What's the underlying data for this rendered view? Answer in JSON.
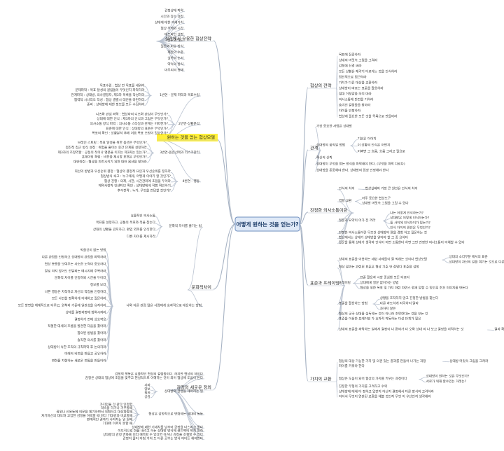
{
  "center": "어떻게 원하는 것을 얻는가?",
  "branches": [
    {
      "id": "tactics",
      "label": "실전에서 유용한 협상전략",
      "items": [
        {
          "text": "감정상태 파악"
        },
        {
          "text": "시간과 장소 설정"
        },
        {
          "text": "상대에 대한 이해가치"
        },
        {
          "text": "협상 주체와 시각"
        },
        {
          "text": "데드라인 설정"
        },
        {
          "text": "말투와 태도"
        },
        {
          "text": "질문과 비유 방식"
        },
        {
          "text": "제안의 수준"
        },
        {
          "text": "설득의 순서"
        },
        {
          "text": "약속의 방식"
        },
        {
          "text": "마무리의 형태"
        }
      ]
    },
    {
      "id": "model",
      "label": "원하는 것을 얻는 협상모델",
      "highlight": true,
      "items": [
        {
          "text": "1번연 - 문제 파악과 목표수립",
          "children": [
            {
              "text": "목표수립 : 협상 전 목표를 세워라"
            },
            {
              "text": "문제파악 : 목표 달성의 걸림돌이 무엇인지 파악하라"
            },
            {
              "text": "관계파악 : 상대방, 의사결정자, 제3자 목록을 작성하라"
            },
            {
              "text": "협력적 시나리오 작성 : 협상 결렬시 대안을 마련하라"
            },
            {
              "text": "준비 : 상대방에 대한 정보를 모두 수집하라"
            }
          ]
        },
        {
          "text": "2번연-상황분석",
          "children": [
            {
              "text": "니즈와 관심 파악 : 협상자의 니즈와 관심이 무엇인가?"
            },
            {
              "text": "상대에 대한 인식 : 제3자의 인식과 그림은 무엇인가?"
            },
            {
              "text": "의사소통 방식 파악 : 의사소통 스타일과 관계는 어떠한가?"
            },
            {
              "text": "표준에 대한 인식 : 상대방의 표준은 무엇인가?"
            },
            {
              "text": "목표의 확인 : 상황분석 후에 처음 목표 조정이 필요한가?"
            }
          ]
        },
        {
          "text": "3번연-옵션선택과 리스크관리",
          "children": [
            {
              "text": "브레인 스토밍 : 목표 달성을 위한 옵션은 무엇인가?"
            },
            {
              "text": "점진적 접근 방식 설정 : 위험을 줄이는 중간 단계를 설정하라"
            },
            {
              "text": "제3자의 조정역할 : 공동의 적이나 명분을 이끄는 제3자는 있는가?"
            },
            {
              "text": "프레이밍 확립 : 비전을 제시할 표현은 무엇인가?"
            },
            {
              "text": "대안마련 : 협상을 진전시키기 위한 대안 옵션을 찾아라"
            }
          ]
        },
        {
          "text": "4번연 - 행동",
          "children": [
            {
              "text": "최선의 방법과 우선순위 결정 : 협상의 결정적 요인과 우선순위를 정하라"
            },
            {
              "text": "협상방식 숙고 : 누구에게, 어떻게 이야기 할 것인가?"
            },
            {
              "text": "협상 진행 : 의제, 시한, 시간관리에 초점을 두어라"
            },
            {
              "text": "제약사항과 인센티브 확인 : 상대방에게 적합 확인하기"
            },
            {
              "text": "후속전략 : 누가, 무엇을 전담할 것인가?"
            }
          ]
        }
      ]
    },
    {
      "id": "culture",
      "label": "문화적차이",
      "items": [
        {
          "text": "문화적 차이를 즐기는 법",
          "children": [
            {
              "text": "효율적인 의사소통"
            },
            {
              "text": "목표를 설정하고, 공통의 목표와 적을 찾는다"
            },
            {
              "text": "상대의 상황을 감지하고, 편입 외피를 인식한다"
            },
            {
              "text": "다른 차이를 제시하라"
            }
          ]
        },
        {
          "text": "나와 다른 관점 많은 사람에게 효과적으로 대응하는 방법",
          "children": [
            {
              "text": "먹을것이 없는 방법"
            },
            {
              "text": "다른 관점을 인정하고 상대방의 관점을 파악하라"
            },
            {
              "text": "협상 동행을 보여주는 사소한 노력이 중요하다"
            },
            {
              "text": "말로 하지 않아도 전달되는 메시지에 주목하라"
            },
            {
              "text": "문화적 차이를 인정하되 시간을 두어라"
            },
            {
              "text": "정보를 보라"
            },
            {
              "text": "나쁜 행동은 지적하고 자신의 약점을 인정하라"
            },
            {
              "text": "모든 사건을 정확하게 이해하고 질문하라"
            },
            {
              "text": "모든 방면을 체계적으로 다루고, 원칙과 기준에 일관성을 유지하라"
            },
            {
              "text": "상대를 결정과정에 참여시켜라"
            },
            {
              "text": "결정하기 전에 상호작용"
            },
            {
              "text": "적절한 대세의 흐름을 발견한 다음을 찾아라"
            },
            {
              "text": "합의된 방법을 찾아라"
            },
            {
              "text": "솔직한 의사를 찾아라"
            },
            {
              "text": "상대방이 속한 조직의 규칙파악 후 논의하라"
            },
            {
              "text": "미래의 비전을 만들고 공유하라"
            },
            {
              "text": "변화를 지향하는 새로운 전통을 만들어라"
            }
          ]
        }
      ]
    },
    {
      "id": "emotion",
      "label": "감정의 새로운 정의",
      "items": [
        {
          "text": "감정적 행동은 효율적인 협상의 걸림돌이다. 하지만 협상의 하이다",
          "children": []
        },
        {
          "text": "감정은 상대의 협상에 초점을 맞추고 현실적으로 이해하는 것이 되어 협상에 도움이 된다",
          "children": []
        },
        {
          "text": "상대방의 감정을 헤아리는 일",
          "children": [
            {
              "text": "사과"
            },
            {
              "text": "양보"
            },
            {
              "text": "칭찬"
            },
            {
              "text": "공감"
            }
          ]
        },
        {
          "text": "협상은 감정적으로 변화하는 상대의 동등",
          "children": [
            {
              "text": "가치있을 것 같다 인정함"
            },
            {
              "text": "약속을 하기나 거부할때"
            },
            {
              "text": "권위나 신용등에 의문을 제기하면서 위협하고 대상화할때"
            },
            {
              "text": "자기자신의 태도와 고집한 감정을 허락할 때 마다 기대감과 비교할때"
            },
            {
              "text": "판매적인 결과가 사라지는 일 일때"
            },
            {
              "text": "기대에 이르지 못할 때"
            }
          ]
        },
        {
          "text": "상대방에 대한 기대치를 낮추어 긍정을 다스리고 줄다",
          "children": []
        },
        {
          "text": "이도적으로 화를 내려고 하는 상대방 방식에 센드백의 되지 말라",
          "children": []
        },
        {
          "text": "상대방의 감정 변화를 미리 예측할 수 있다면 하거나 감정을 조절할 수 있다",
          "children": []
        },
        {
          "text": "감정이 줄어 아침 거처 도 다른 공부는 방식 어디든 해야한다",
          "children": []
        }
      ]
    },
    {
      "id": "strategy",
      "label": "협상의 전략",
      "items": [
        {
          "text": "목표에 집중하라"
        },
        {
          "text": "상대의 머릿속 그림을 그려라"
        },
        {
          "text": "감정에 신경 써라"
        },
        {
          "text": "모든 상황은 제각기 다르다는 것을 인식하라"
        },
        {
          "text": "점진적으로 접근하라"
        },
        {
          "text": "가치가 다른 대상을 교환하라"
        },
        {
          "text": "상대방이 따르는 표준을 활용하라"
        },
        {
          "text": "절대 거짓말을 하지 마라"
        },
        {
          "text": "의사소통에 만전을 기하라"
        },
        {
          "text": "숨겨진 걸림돌을 찾아라"
        },
        {
          "text": "차이를 인정하라"
        },
        {
          "text": "협상에 필요한 모든 것을 목록으로 만들어라"
        }
      ]
    },
    {
      "id": "relation",
      "label": "관계",
      "items": [
        {
          "text": "가장 중요한 사람은 상대방"
        },
        {
          "text": "상대방의 움직일 방법",
          "children": [
            {
              "text": "기본은 이어지"
            },
            {
              "text": "이 상황의 인식은 어떤지"
            },
            {
              "text": "어쩌면 그 흐름, 흐름 그리고 필요로"
            }
          ]
        },
        {
          "text": "확신의 신뢰"
        },
        {
          "text": "상대방이 무엇을 얻는 방식을 파악해야 한다. (무엇을 파악 다르다)"
        },
        {
          "text": "상대방을 존중해야 한다. 상대방의 입장 인정해야 한다"
        }
      ]
    },
    {
      "id": "sincere",
      "label": "진정한 의사소통이란",
      "items": [
        {
          "text": "인식의 차이",
          "children": [
            {
              "text": "협상실패의 가장 큰 원인은 인식의 차이"
            }
          ]
        },
        {
          "text": "역할 교환",
          "children": [
            {
              "text": "아주 중요한 협상도구"
            },
            {
              "text": "상대방 머릿속 그림을 그릴 수 있다"
            }
          ]
        },
        {
          "text": "질문과 요약이 어가 전 꺼라",
          "children": [
            {
              "text": "나는 어떻게 인식하는가?"
            },
            {
              "text": "상대방은 어떻게 인식하는가?"
            },
            {
              "text": "둘 사이에 인식차이가 있는가?"
            },
            {
              "text": "인식 차이의 원인은 무엇인가?"
            }
          ]
        },
        {
          "text": "진정한 의사소통이란 무조건 상대방의 말을 경청 하고 질문하는 것"
        },
        {
          "text": "협상에서는 상대가 상대방을 알아야 할 그 중 요하다"
        },
        {
          "text": "질문을 통해 상대가 생각과 인식이 어떤 소통한다 하면 그만 진정한 의사소통이 이해할 수 있다"
        }
      ]
    },
    {
      "id": "standards",
      "label": "표준과 프레이밍",
      "items": [
        {
          "text": "상대의 표준을 이용하는 세련 사례들이 잘 먹혀는 것이다 협상모델",
          "children": [
            {
              "text": "상대의 소리부분 에서의 표준"
            },
            {
              "text": "상대방이 자신의 일을 여기는 것으로 다른 사람들에게 보여줄 필요한가"
            }
          ]
        },
        {
          "text": "협상 결과는 관련된 표준은 협상 기준 안 잘맞다 표준을 설정"
        },
        {
          "text": "프레이밍",
          "children": [
            {
              "text": "표준 활용과 시장 중심화 모든 다르다"
            },
            {
              "text": "상대에게 질문 없이하는 방법"
            },
            {
              "text": "협상을 위한 목표 및 가치 마련 자연스 럽게 말할 수 있도록 조건 이미지를 만든다"
            }
          ]
        },
        {
          "text": "표준을 활용하는 방법",
          "children": [
            {
              "text": "상황을 조작하지 않고 진정한 방법을 찾는다"
            },
            {
              "text": "다른 과도하게 자극하지 말라"
            },
            {
              "text": "과하지 않은"
            }
          ]
        },
        {
          "text": "협상의 궁극 상대를 설득하는 것이 아니라 조언한다는 것을 보는 것"
        },
        {
          "text": "표준을 이용한 프레이밍 가 효과적 작동하는 다섯 단계가 필요"
        },
        {
          "text": "상대의 표준을 파악하는 일에서 결정이 나 편의가 다 오와 상대 의 나 보고 결정을 지적하는 것",
          "children": [
            {
              "text": "결과 확정적으로 한 주주의 않은 것이 우선"
            }
          ]
        }
      ]
    },
    {
      "id": "exchange",
      "label": "가치의 교환",
      "items": [
        {
          "text": "협상의 대상 가능한 가치 및 의견 있는 결과를 만들어 나가는 과정",
          "children": [
            {
              "text": "상대방 머릿속 그림을 그려라"
            }
          ]
        },
        {
          "text": "파이를 키워야 한다"
        },
        {
          "text": "협상은 도움이 되어 협상의 가치를 키우는 과정이다",
          "children": [
            {
              "text": "상대방이 원하는 것은 무엇인가?"
            },
            {
              "text": "서로가 위해 할수있는 거래는?"
            }
          ]
        },
        {
          "text": "진정한 무형의 가치를 고려하고 수락"
        },
        {
          "text": "상대방에 대해 다 정하고 있던지 아닌지 결정해서 다른 방식의 고려하라"
        },
        {
          "text": "어디서 무엇이 연관된 교환을 해볼 것인지 무엇 이 우선인지 생각해라"
        }
      ]
    }
  ]
}
